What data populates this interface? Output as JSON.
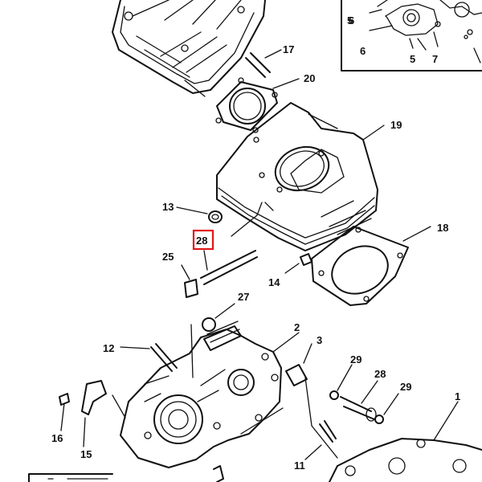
{
  "diagram": {
    "highlighted_label": "28",
    "highlight_color": "#e01818",
    "line_color": "#111111",
    "labels": {
      "p5a": "5",
      "p5b": "5",
      "p6": "6",
      "p7": "7",
      "p17": "17",
      "p20": "20",
      "p19": "19",
      "p13": "13",
      "p18": "18",
      "p28_top": "28",
      "p25": "25",
      "p14": "14",
      "p27": "27",
      "p2": "2",
      "p12": "12",
      "p3": "3",
      "p29a": "29",
      "p28_bottom": "28",
      "p29b": "29",
      "p16": "16",
      "p15": "15",
      "p1": "1",
      "p11": "11"
    }
  }
}
